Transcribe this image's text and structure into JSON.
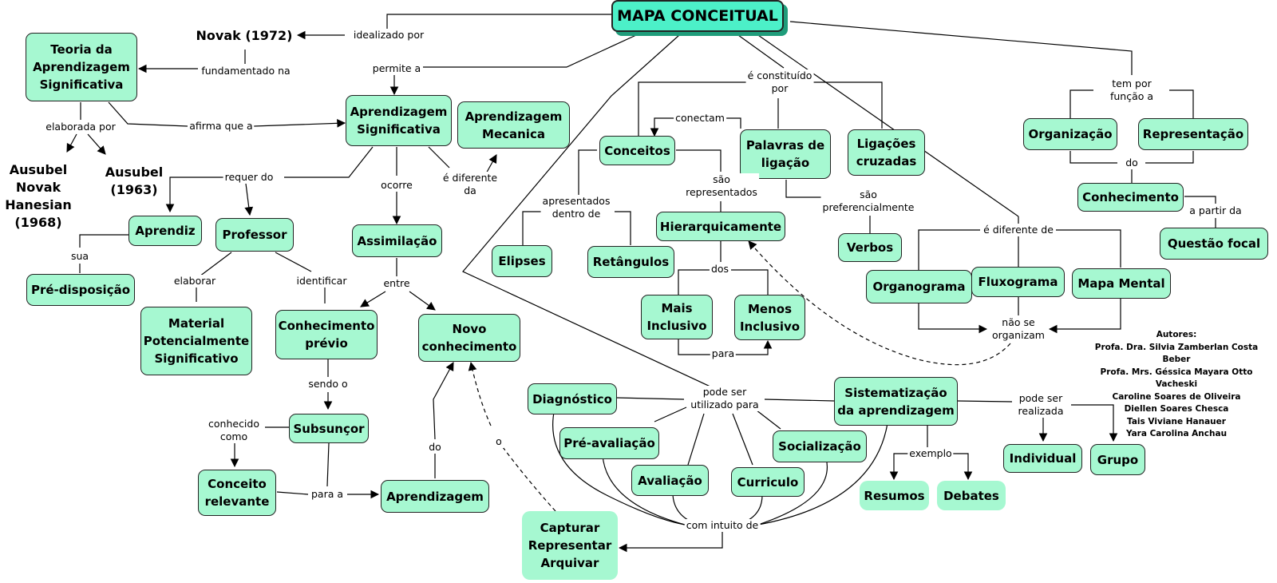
{
  "title": "MAPA CONCEITUAL",
  "nodes": {
    "teoria": "Teoria da\nAprendizagem\nSignificativa",
    "novak": "Novak (1972)",
    "ausubel_novak": "Ausubel\nNovak\nHanesian\n(1968)",
    "ausubel_1963": "Ausubel\n(1963)",
    "aprendizagem_significativa": "Aprendizagem\nSignificativa",
    "aprendizagem_mecanica": "Aprendizagem\nMecanica",
    "aprendiz": "Aprendiz",
    "professor": "Professor",
    "assimilacao": "Assimilação",
    "predisposicao": "Pré-disposição",
    "material": "Material\nPotencialmente\nSignificativo",
    "conhecimento_previo": "Conhecimento\nprévio",
    "novo_conhecimento": "Novo\nconhecimento",
    "subsuncor": "Subsunçor",
    "conceito_relevante": "Conceito\nrelevante",
    "aprendizagem": "Aprendizagem",
    "capturar": "Capturar\nRepresentar\nArquivar",
    "conceitos": "Conceitos",
    "palavras_ligacao": "Palavras de\nligação",
    "ligacoes_cruzadas": "Ligações\ncruzadas",
    "elipses": "Elipses",
    "retangulos": "Retângulos",
    "hierarquicamente": "Hierarquicamente",
    "mais_inclusivo": "Mais\nInclusivo",
    "menos_inclusivo": "Menos\nInclusivo",
    "verbos": "Verbos",
    "organizacao": "Organização",
    "representacao": "Representação",
    "conhecimento": "Conhecimento",
    "questao_focal": "Questão focal",
    "organograma": "Organograma",
    "fluxograma": "Fluxograma",
    "mapa_mental": "Mapa Mental",
    "diagnostico": "Diagnóstico",
    "pre_avaliacao": "Pré-avaliação",
    "avaliacao": "Avaliação",
    "curriculo": "Curriculo",
    "socializacao": "Socialização",
    "sistematizacao": "Sistematização\nda aprendizagem",
    "resumos": "Resumos",
    "debates": "Debates",
    "individual": "Individual",
    "grupo": "Grupo"
  },
  "links": {
    "idealizado_por": "idealizado por",
    "fundamentado_na": "fundamentado na",
    "permite_a": "permite a",
    "elaborada_por": "elaborada por",
    "afirma_que_a": "afirma que a",
    "requer_do": "requer do",
    "ocorre": "ocorre",
    "e_diferente_da": "é diferente\nda",
    "sua": "sua",
    "elaborar": "elaborar",
    "identificar": "identificar",
    "entre": "entre",
    "sendo_o": "sendo o",
    "conhecido_como": "conhecido\ncomo",
    "para_a": "para a",
    "do_aprendizagem": "do",
    "o_capturar": "o",
    "e_constituido_por": "é constituído\npor",
    "conectam": "conectam",
    "apresentados_dentro_de": "apresentados\ndentro de",
    "sao_representados": "são\nrepresentados",
    "dos": "dos",
    "para_inclusivo": "para",
    "sao_preferencialmente": "são\npreferencialmente",
    "tem_por_funcao_a": "tem por\nfunção a",
    "do_conhecimento": "do",
    "a_partir_da": "a partir da",
    "e_diferente_de": "é diferente de",
    "nao_se_organizam": "não se\norganizam",
    "pode_ser_utilizado_para": "pode ser\nutilizado para",
    "com_intuito_de": "com intuito de",
    "exemplo": "exemplo",
    "pode_ser_realizada": "pode ser\nrealizada"
  },
  "authors": {
    "heading": "Autores:",
    "names": [
      "Profa. Dra. Silvia Zamberlan Costa Beber",
      "Profa. Mrs. Géssica Mayara Otto Vacheski",
      "Caroline Soares de Oliveira",
      "Diellen Soares Chesca",
      "Tais Viviane Hanauer",
      "Yara Carolina Anchau"
    ]
  },
  "colors": {
    "node_fill": "#a6f8d1",
    "title_fill": "#4cf0c8",
    "title_shadow": "#1f9c7a",
    "stroke": "#222222"
  }
}
